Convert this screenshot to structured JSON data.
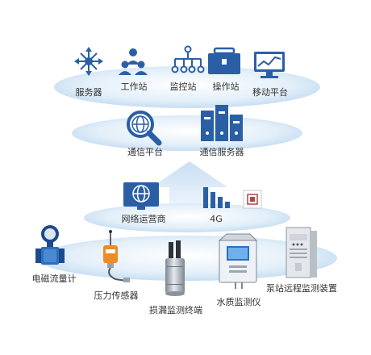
{
  "colors": {
    "icon_blue": "#2a5fa6",
    "disc_light": "#dcebf8",
    "disc_mid": "#c3dcf3",
    "arrow": "#d6e6f6",
    "sensor_orange": "#f08a24"
  },
  "layers": {
    "application": {
      "items": [
        {
          "icon": "network-server-icon",
          "label": "服务器"
        },
        {
          "icon": "people-group-icon",
          "label": "工作站"
        },
        {
          "icon": "tree-hierarchy-icon",
          "label": "监控站"
        },
        {
          "icon": "briefcase-icon",
          "label": "操作站"
        },
        {
          "icon": "monitor-chart-icon",
          "label": "移动平台"
        }
      ]
    },
    "communication": {
      "items": [
        {
          "icon": "globe-magnifier-icon",
          "label": "通信平台"
        },
        {
          "icon": "binders-icon",
          "label": "通信服务器"
        }
      ]
    },
    "network": {
      "items": [
        {
          "icon": "globe-monitor-icon",
          "label": "网络运营商"
        },
        {
          "icon": "signal-bars-icon",
          "label": "4G"
        }
      ],
      "badge_icon": "chip-icon"
    },
    "devices": {
      "items": [
        {
          "icon": "electromagnetic-flowmeter-icon",
          "label": "电磁流量计"
        },
        {
          "icon": "pressure-sensor-icon",
          "label": "压力传感器"
        },
        {
          "icon": "leak-monitor-terminal-icon",
          "label": "损漏监测终端"
        },
        {
          "icon": "water-quality-meter-icon",
          "label": "水质监测仪"
        },
        {
          "icon": "pump-station-cabinet-icon",
          "label": "泵站远程监测装置"
        }
      ]
    }
  }
}
